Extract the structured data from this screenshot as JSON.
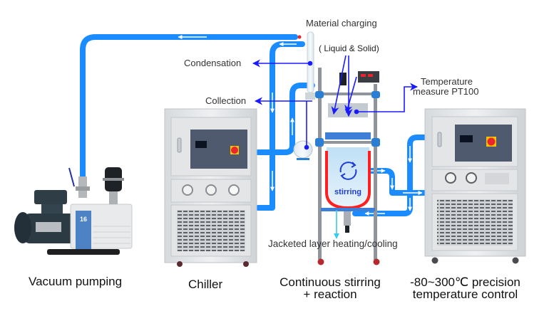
{
  "diagram": {
    "title": "Jacketed glass reactor system",
    "colors": {
      "pipe": "#1a8cff",
      "pipe_arrow": "#ffffff",
      "annotation_line": "#1a1aff",
      "jacket": "#ff1f1f",
      "stirring": "#1e3cd8",
      "drain_arrow": "#33ccee",
      "cabinet": "#e6e8ea",
      "cabinet_panel": "#4f5a6e",
      "switch_red": "#e8262b",
      "switch_yellow": "#f2c200"
    },
    "annotations": {
      "material_charging": "Material charging",
      "liquid_solid": "( Liquid & Solid)",
      "condensation": "Condensation",
      "collection": "Collection",
      "temperature_measure_line1": "Temperature",
      "temperature_measure_line2": "measure PT100",
      "jacketed_layer": "Jacketed layer heating/cooling",
      "stirring": "stirring"
    },
    "equipment": {
      "vacuum_pump": {
        "label": "Vacuum pumping",
        "badge": "16",
        "icon": "vacuum-pump-icon"
      },
      "chiller": {
        "label": "Chiller",
        "icon": "chiller-icon"
      },
      "reactor": {
        "label_line1": "Continuous stirring",
        "label_line2": "+ reaction",
        "icon": "glass-reactor-icon"
      },
      "temperature_controller": {
        "label_line1": "-80~300℃ precision",
        "label_line2": "temperature control",
        "icon": "heater-chiller-icon"
      }
    }
  }
}
